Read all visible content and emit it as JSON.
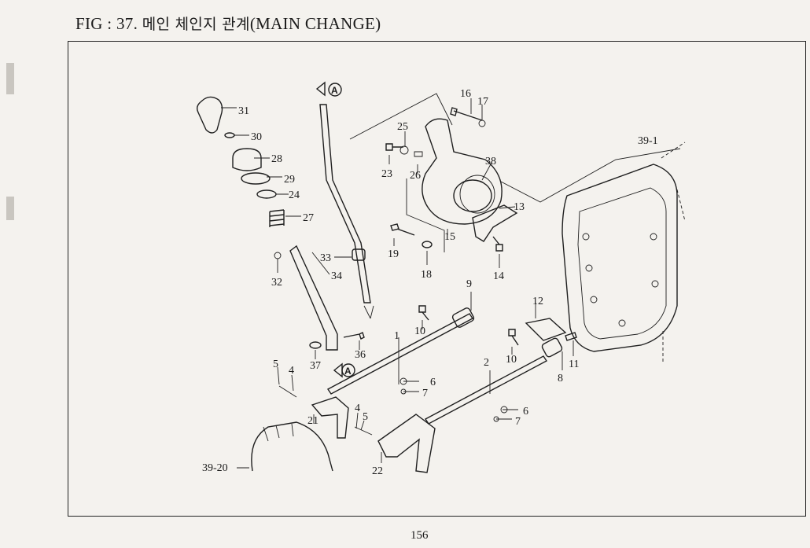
{
  "figure": {
    "prefix": "FIG : 37.",
    "title_korean": "메인 체인지 관계",
    "title_english": "(MAIN CHANGE)"
  },
  "page_number": "156",
  "callouts": {
    "ref_a": "A",
    "labels": [
      {
        "id": "p31",
        "text": "31"
      },
      {
        "id": "p30",
        "text": "30"
      },
      {
        "id": "p28",
        "text": "28"
      },
      {
        "id": "p29",
        "text": "29"
      },
      {
        "id": "p24",
        "text": "24"
      },
      {
        "id": "p27",
        "text": "27"
      },
      {
        "id": "p32",
        "text": "32"
      },
      {
        "id": "p34",
        "text": "34"
      },
      {
        "id": "p33",
        "text": "33"
      },
      {
        "id": "p36",
        "text": "36"
      },
      {
        "id": "p37",
        "text": "37"
      },
      {
        "id": "p16",
        "text": "16"
      },
      {
        "id": "p17",
        "text": "17"
      },
      {
        "id": "p25",
        "text": "25"
      },
      {
        "id": "p23",
        "text": "23"
      },
      {
        "id": "p26",
        "text": "26"
      },
      {
        "id": "p38",
        "text": "38"
      },
      {
        "id": "p13",
        "text": "13"
      },
      {
        "id": "p15",
        "text": "15"
      },
      {
        "id": "p19",
        "text": "19"
      },
      {
        "id": "p18",
        "text": "18"
      },
      {
        "id": "p14",
        "text": "14"
      },
      {
        "id": "p39_1",
        "text": "39-1"
      },
      {
        "id": "p9",
        "text": "9"
      },
      {
        "id": "p10a",
        "text": "10"
      },
      {
        "id": "p1",
        "text": "1"
      },
      {
        "id": "p12",
        "text": "12"
      },
      {
        "id": "p10b",
        "text": "10"
      },
      {
        "id": "p11",
        "text": "11"
      },
      {
        "id": "p8",
        "text": "8"
      },
      {
        "id": "p2",
        "text": "2"
      },
      {
        "id": "p6a",
        "text": "6"
      },
      {
        "id": "p7a",
        "text": "7"
      },
      {
        "id": "p6b",
        "text": "6"
      },
      {
        "id": "p7b",
        "text": "7"
      },
      {
        "id": "p5a",
        "text": "5"
      },
      {
        "id": "p4a",
        "text": "4"
      },
      {
        "id": "p4b",
        "text": "4"
      },
      {
        "id": "p5b",
        "text": "5"
      },
      {
        "id": "p21",
        "text": "21"
      },
      {
        "id": "p22",
        "text": "22"
      },
      {
        "id": "p39_20",
        "text": "39-20"
      }
    ]
  }
}
